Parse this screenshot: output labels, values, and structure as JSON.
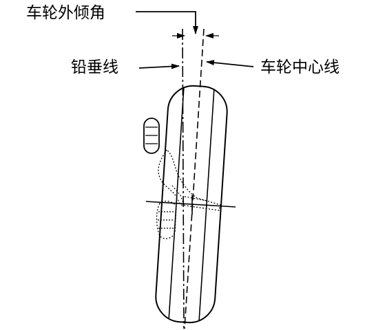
{
  "labels": {
    "camber_angle": "车轮外倾角",
    "plumb_line": "铅垂线",
    "wheel_centerline": "车轮中心线"
  },
  "colors": {
    "ink": "#000000",
    "background": "#ffffff"
  }
}
